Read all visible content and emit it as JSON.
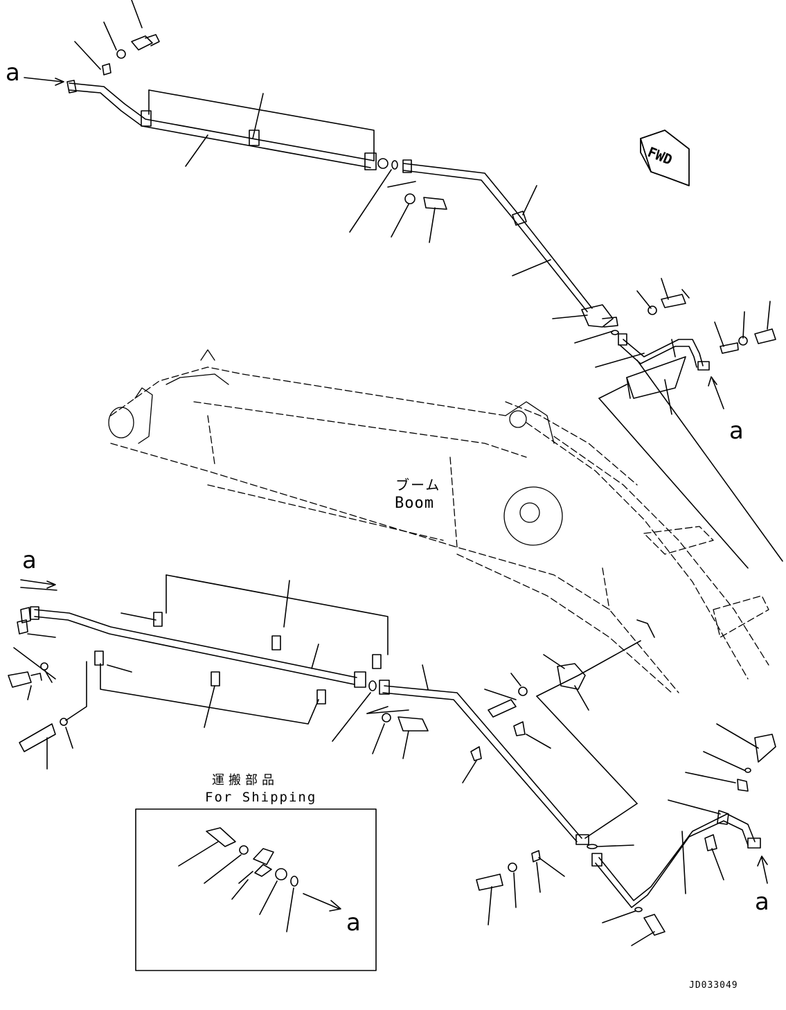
{
  "labels": {
    "a_top_left": "a",
    "a_right_upper": "a",
    "a_left_lower": "a",
    "a_right_lower": "a",
    "a_shipping": "a",
    "boom_jp": "ブーム",
    "boom_en": "Boom",
    "shipping_jp": "運搬部品",
    "shipping_en": "For Shipping",
    "fwd": "FWD",
    "drawing_code": "JD033049"
  },
  "colors": {
    "line": "#000000",
    "background": "#ffffff"
  }
}
